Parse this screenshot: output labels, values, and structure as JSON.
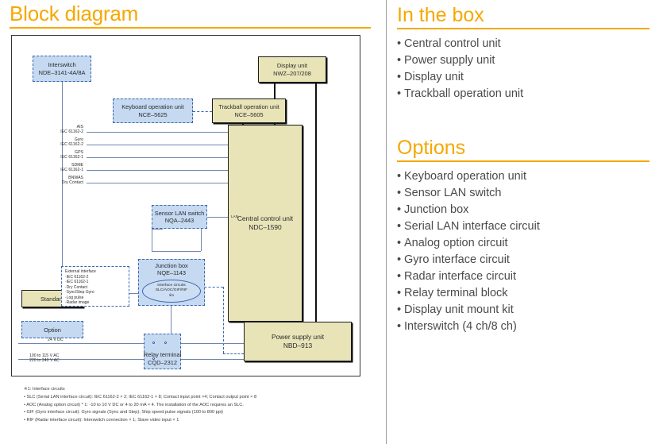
{
  "left": {
    "section_title": "Block diagram",
    "legend": {
      "standard_label": "Standard",
      "option_label": "Option"
    },
    "nodes": {
      "interswitch": {
        "line1": "Interswitch",
        "line2": "NDE–3141-4A/8A"
      },
      "display_unit": {
        "line1": "Display unit",
        "line2": "NWZ–207/208"
      },
      "keyboard_unit": {
        "line1": "Keyboard operation unit",
        "line2": "NCE–5625"
      },
      "trackball_unit": {
        "line1": "Trackball operation unit",
        "line2": "NCE–5605"
      },
      "central_unit": {
        "line1": "Central control unit",
        "line2": "NDC–1590"
      },
      "sensor_lan": {
        "line1": "Sensor LAN switch",
        "line2": "NQA–2443"
      },
      "junction_box": {
        "line1": "Junction box",
        "line2": "NQE–1143"
      },
      "power_supply": {
        "line1": "Power supply unit",
        "line2": "NBD–913"
      },
      "relay_terminal": {
        "line1": "Relay terminal",
        "line2": "CQD–2312"
      }
    },
    "interface_circuits": {
      "line1": "Interface circuits",
      "line2": "SLC/AOC/GIF/RIF",
      "line3": "※1"
    },
    "lan_tag": "LAN",
    "signals": [
      {
        "name": "AIS",
        "standard": "IEC 61162-2"
      },
      {
        "name": "Gyro",
        "standard": "IEC 61162-2"
      },
      {
        "name": "GPS",
        "standard": "IEC 61162-1"
      },
      {
        "name": "SDME",
        "standard": "IEC 61162-1"
      },
      {
        "name": "BNWAS",
        "standard": "Dry Contact"
      }
    ],
    "external_interface": {
      "title": "External interface",
      "items": [
        "·IEC 61162-2",
        "·IEC 61162-1",
        "·Dry Contact",
        "·Sync/Step Gyro",
        "·Log pulse",
        "·Radar image"
      ]
    },
    "power_labels": {
      "dc": "24 V DC",
      "ac_line1": "100 to 115 V AC",
      "ac_line2": "220 to 240 V AC"
    },
    "footnotes": {
      "title": "※1: Interface circuits",
      "items": [
        "• SLC (Serial LAN interface circuit): IEC 61162-2 × 2; IEC 61162-1 × 8; Contact input point ×4; Contact output point × 8",
        "• AOC (Analog option circuit) * 1: -10 to 10 V DC or 4 to 20 mA × 4. The installation of the AOC requires an SLC.",
        "• GIF (Gyro interface circuit): Gyro signals (Sync and Step); Ship speed pulse signals (100 to 800 ppi)",
        "• RIF (Radar interface circuit): Interswitch connection × 1; Slave video input × 1"
      ]
    }
  },
  "right": {
    "in_the_box": {
      "title": "In the box",
      "items": [
        "Central control unit",
        "Power supply unit",
        "Display unit",
        "Trackball operation unit"
      ]
    },
    "options": {
      "title": "Options",
      "items": [
        "Keyboard operation unit",
        "Sensor LAN switch",
        "Junction box",
        "Serial LAN interface circuit",
        "Analog option circuit",
        "Gyro interface circuit",
        "Radar interface circuit",
        "Relay terminal block",
        "Display unit mount kit",
        "Interswitch (4 ch/8 ch)"
      ]
    }
  },
  "colors": {
    "accent": "#f5a800",
    "standard_fill": "#e8e4b8",
    "option_fill": "#c5d9f1",
    "wire": "#6f86ae"
  }
}
